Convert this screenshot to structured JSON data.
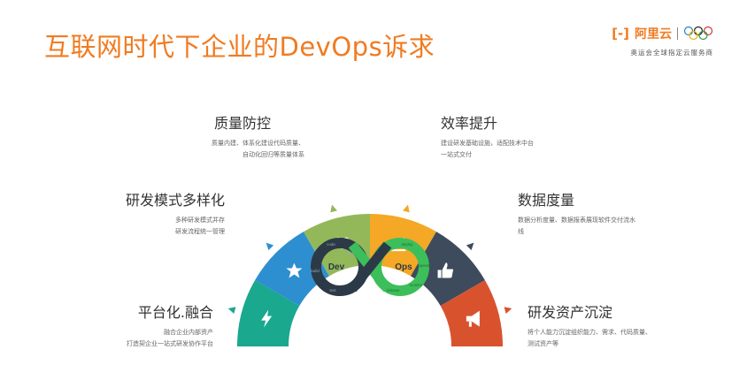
{
  "title": "互联网时代下企业的DevOps诉求",
  "brand": {
    "logo_mark": "[-]",
    "name": "阿里云",
    "subtitle": "奥运会全球指定云服务商"
  },
  "segments": [
    {
      "name": "平台化.融合",
      "desc": [
        "融合企业内部资产",
        "打造契企业一站式研发协作平台"
      ],
      "color": "#1aa88f",
      "icon": "bolt-icon"
    },
    {
      "name": "研发模式多样化",
      "desc": [
        "多种研发模式并存",
        "研发流程统一管理"
      ],
      "color": "#2d8fcf",
      "icon": "star-icon"
    },
    {
      "name": "质量防控",
      "desc": [
        "质量内建、体系化建设代码质量、",
        "自动化回归等质量体系"
      ],
      "color": "#93b85a",
      "icon": "heart-icon"
    },
    {
      "name": "效率提升",
      "desc": [
        "建设研发基础设施，适配技术中台",
        "一站式交付"
      ],
      "color": "#f4a825",
      "icon": "growth-chart-icon"
    },
    {
      "name": "数据度量",
      "desc": [
        "数据分析度量、数据报表展现软件交付流水",
        "线"
      ],
      "color": "#3d4b5c",
      "icon": "thumbs-up-icon"
    },
    {
      "name": "研发资产沉淀",
      "desc": [
        "将个人能力沉淀组织能力、需求、代码质量、",
        "测试资产等"
      ],
      "color": "#d9522e",
      "icon": "megaphone-icon"
    }
  ],
  "devops": {
    "dev": "Dev",
    "ops": "Ops",
    "left_loop_words": [
      "code",
      "plan",
      "build",
      "test"
    ],
    "right_loop_words": [
      "deploy",
      "operate",
      "monitor",
      "release"
    ],
    "dev_color": "#2c3a47",
    "ops_color": "#3cbf5a"
  }
}
